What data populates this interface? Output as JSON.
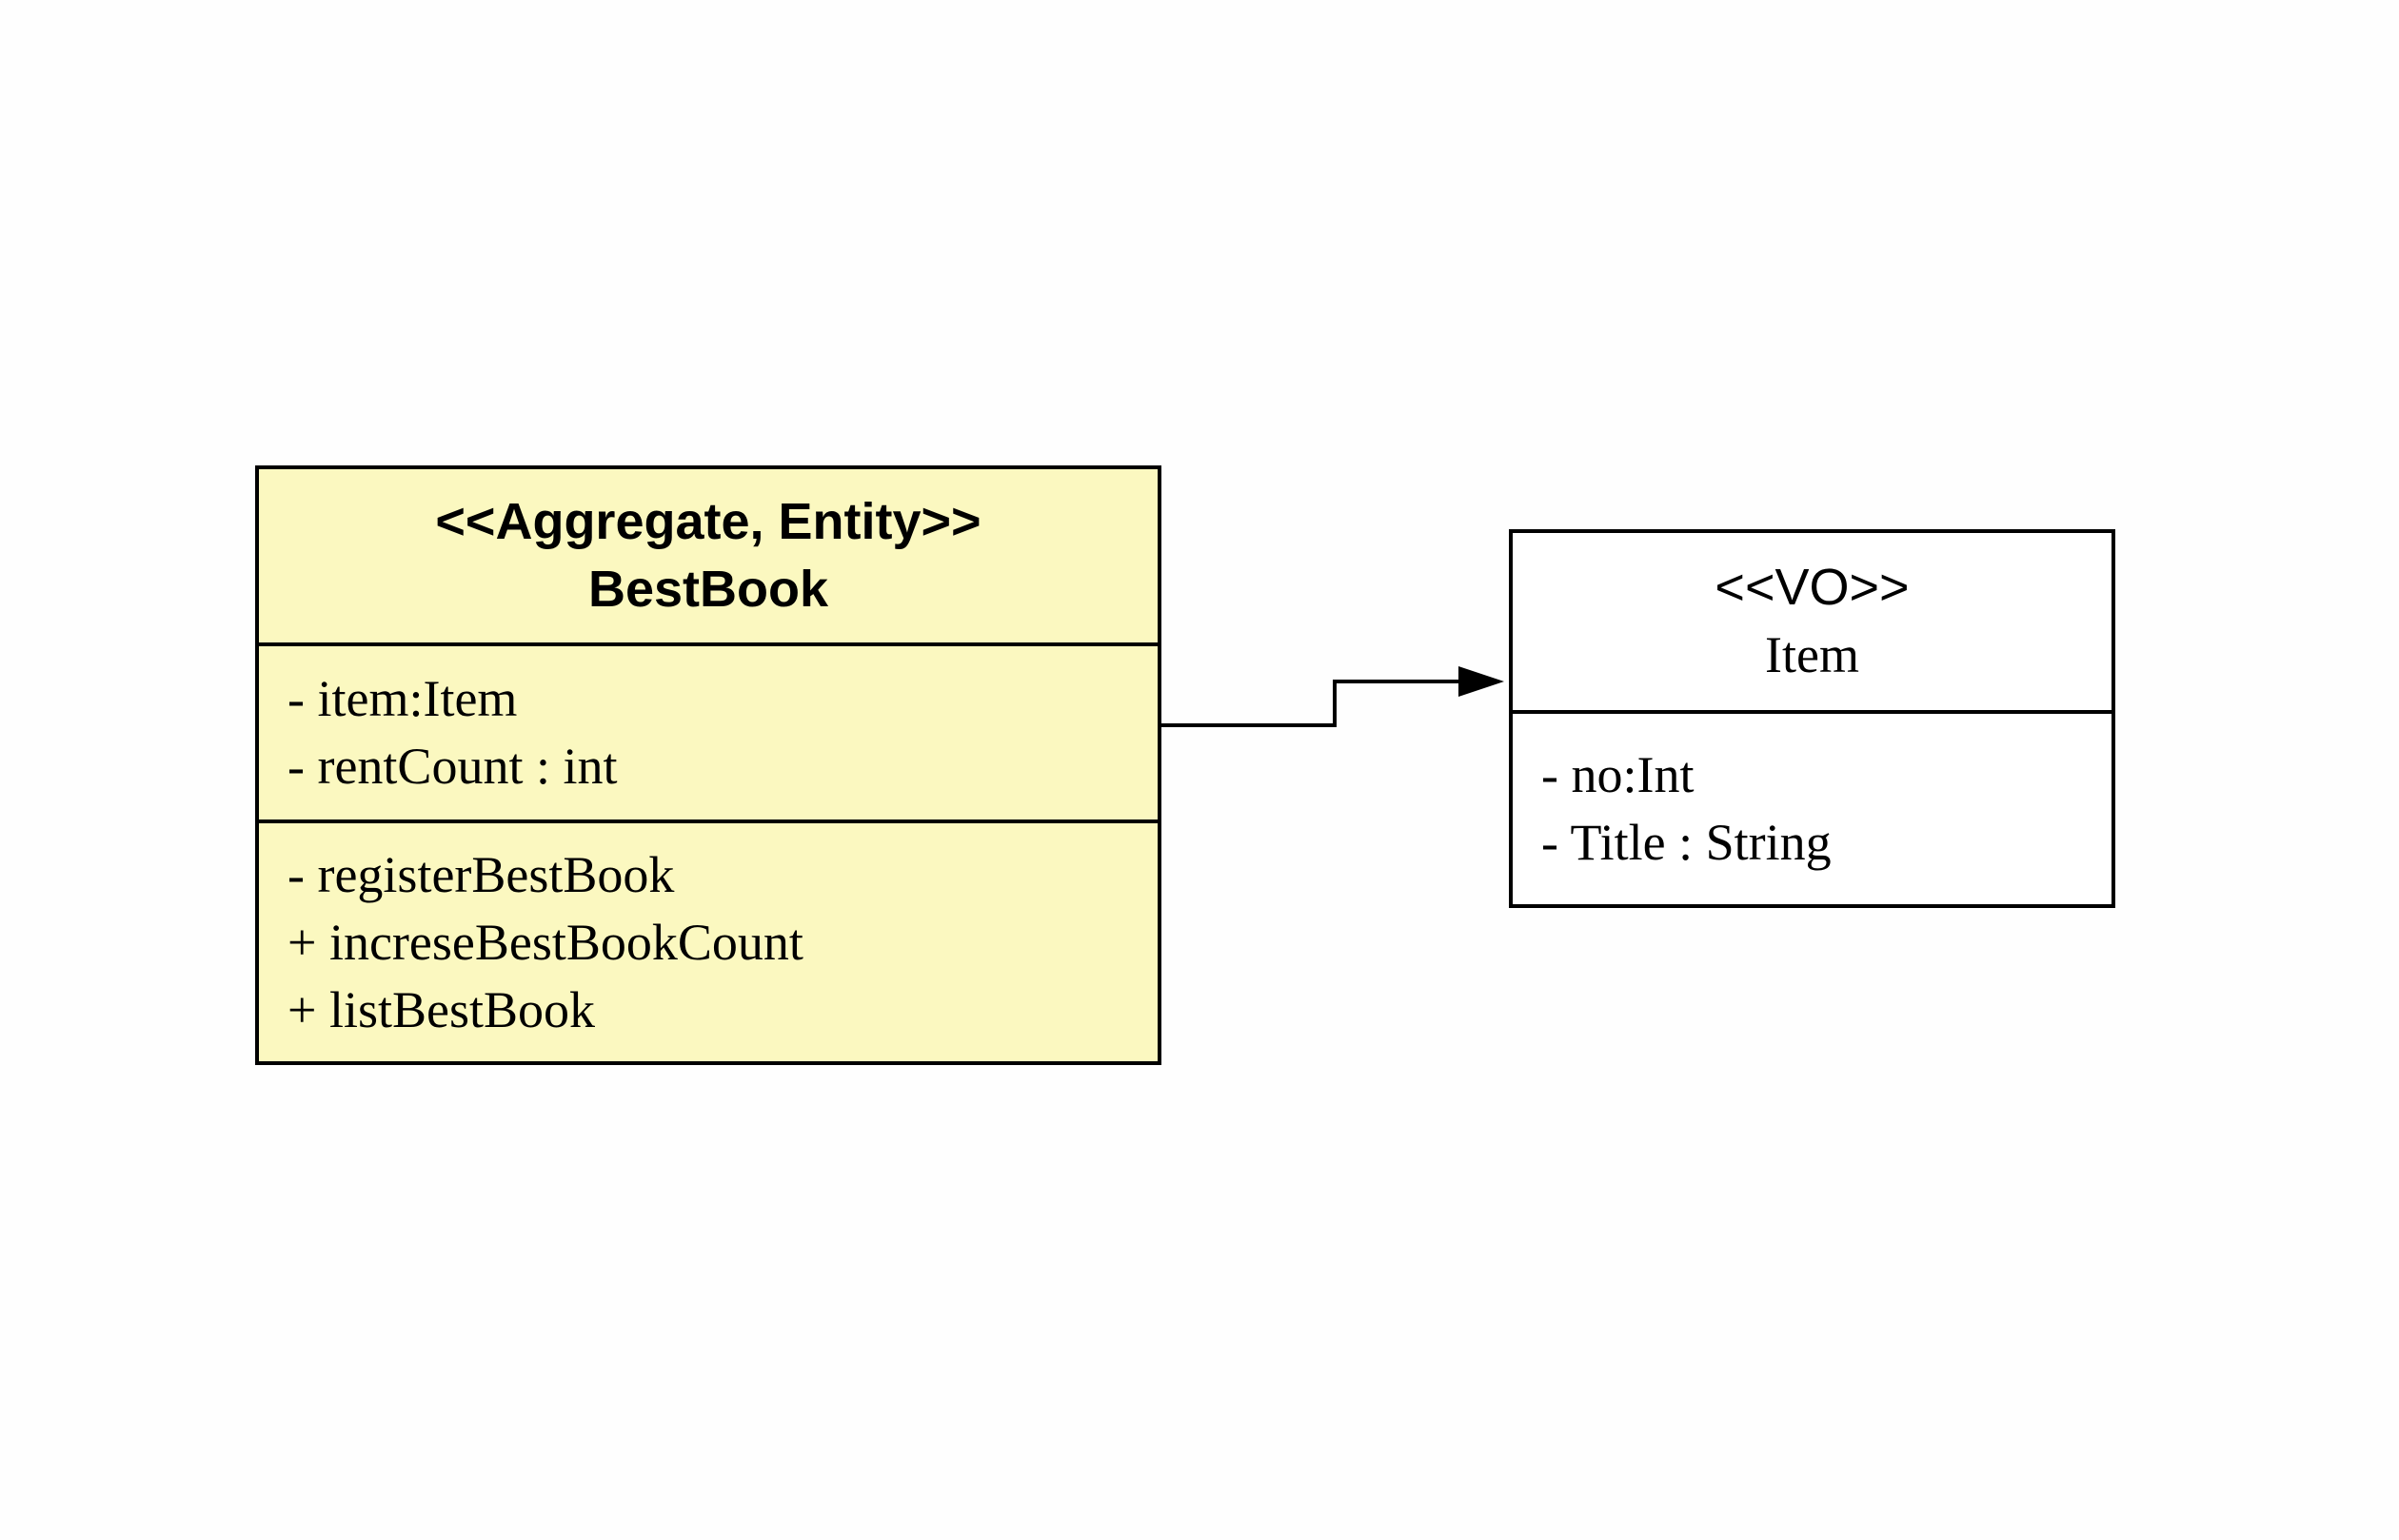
{
  "classes": {
    "bestbook": {
      "stereotype": "<<Aggregate, Entity>>",
      "name": "BestBook",
      "attributes": [
        "- item:Item",
        "- rentCount : int"
      ],
      "operations": [
        "- registerBestBook",
        "+ increseBestBookCount",
        "+ listBestBook"
      ],
      "fill_color": "#fbf8c0"
    },
    "item": {
      "stereotype": "<<VO>>",
      "name": "Item",
      "attributes": [
        "- no:Int",
        "- Title : String"
      ],
      "fill_color": "#ffffff"
    }
  },
  "relationships": [
    {
      "from": "BestBook",
      "to": "Item",
      "type": "association",
      "arrowhead": "filled-triangle"
    }
  ]
}
